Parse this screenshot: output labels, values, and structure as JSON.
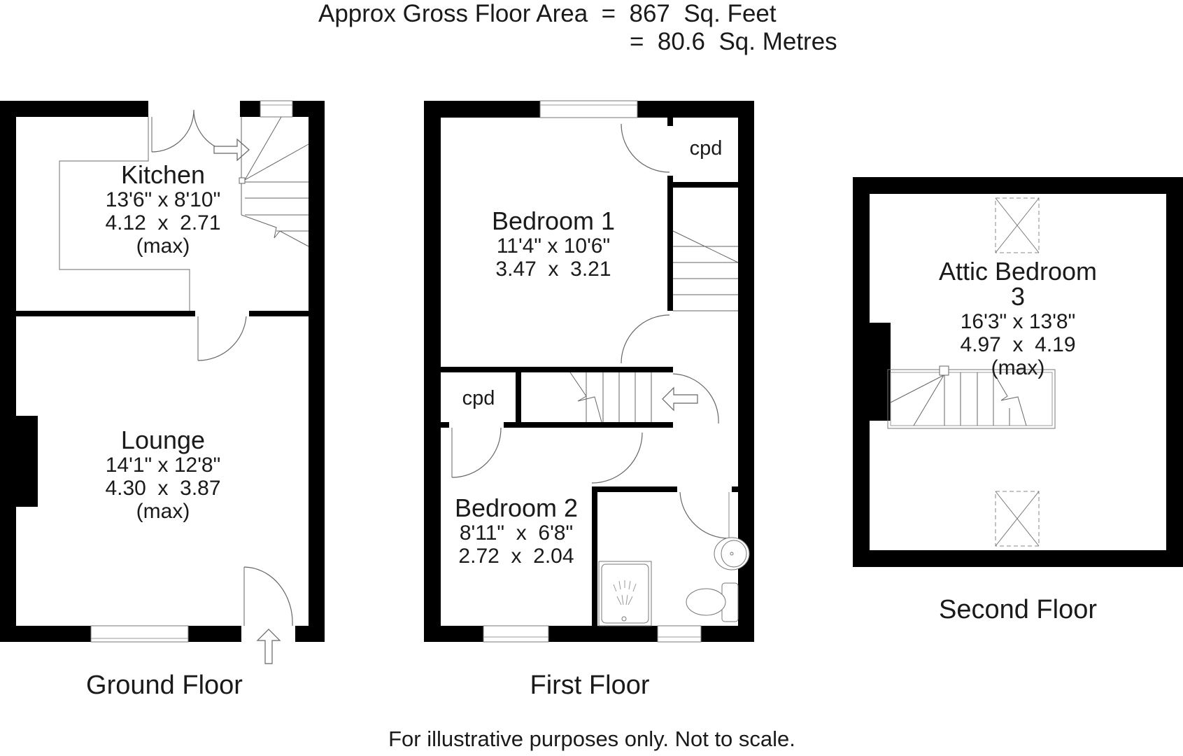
{
  "header": {
    "area_label": "Approx Gross Floor Area",
    "area_sqft_line": "Approx Gross Floor Area  =  867  Sq. Feet",
    "area_sqm_line": "=  80.6  Sq. Metres",
    "area_sqft": "867",
    "area_sqft_unit": "Sq. Feet",
    "area_sqm": "80.6",
    "area_sqm_unit": "Sq. Metres"
  },
  "floors": [
    {
      "label": "Ground Floor",
      "rooms": [
        {
          "name": "Kitchen",
          "imperial": "13'6\" x 8'10\"",
          "metric": "4.12  x  2.71",
          "note": "(max)"
        },
        {
          "name": "Lounge",
          "imperial": "14'1\" x 12'8\"",
          "metric": "4.30  x  3.87",
          "note": "(max)"
        }
      ]
    },
    {
      "label": "First Floor",
      "rooms": [
        {
          "name": "Bedroom 1",
          "imperial": "11'4\" x 10'6\"",
          "metric": "3.47  x  3.21"
        },
        {
          "name": "Bedroom 2",
          "imperial": "8'11\"  x  6'8\"",
          "metric": "2.72  x  2.04"
        },
        {
          "name": "cpd"
        },
        {
          "name": "cpd"
        }
      ]
    },
    {
      "label": "Second Floor",
      "rooms": [
        {
          "name": "Attic Bedroom 3",
          "imperial": "16'3\" x 13'8\"",
          "metric": "4.97  x  4.19",
          "note": "(max)"
        }
      ]
    }
  ],
  "footer": {
    "disclaimer": "For illustrative purposes only. Not to scale."
  },
  "colors": {
    "wall": "#000000",
    "line": "#555555",
    "text": "#1a1a1a",
    "background": "#ffffff"
  }
}
